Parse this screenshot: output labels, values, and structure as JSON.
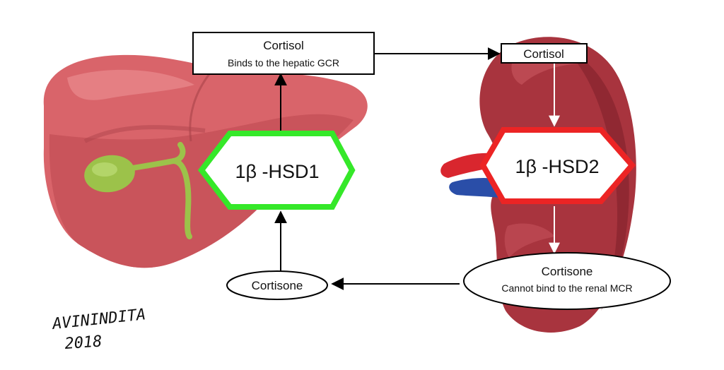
{
  "liver_top_box": {
    "title": "Cortisol",
    "subtitle": "Binds to the hepatic GCR"
  },
  "kidney_top_box": {
    "title": "Cortisol"
  },
  "enzyme_liver": {
    "label": "1β -HSD1",
    "border_color": "#35e829"
  },
  "enzyme_kidney": {
    "label": "1β -HSD2",
    "border_color": "#ec2424"
  },
  "kidney_bottom_ellipse": {
    "title": "Cortisone",
    "subtitle": "Cannot bind to the renal MCR"
  },
  "liver_bottom_ellipse": {
    "title": "Cortisone"
  },
  "signature": {
    "line1": "AVININDITA",
    "line2": "2018"
  },
  "colors": {
    "liver": "#d9646a",
    "liver_dark": "#b84a52",
    "gallbladder": "#9cc24a",
    "kidney": "#a8343e",
    "kidney_dark": "#8a2530",
    "artery": "#d9262e",
    "vein": "#2a4ea8"
  }
}
